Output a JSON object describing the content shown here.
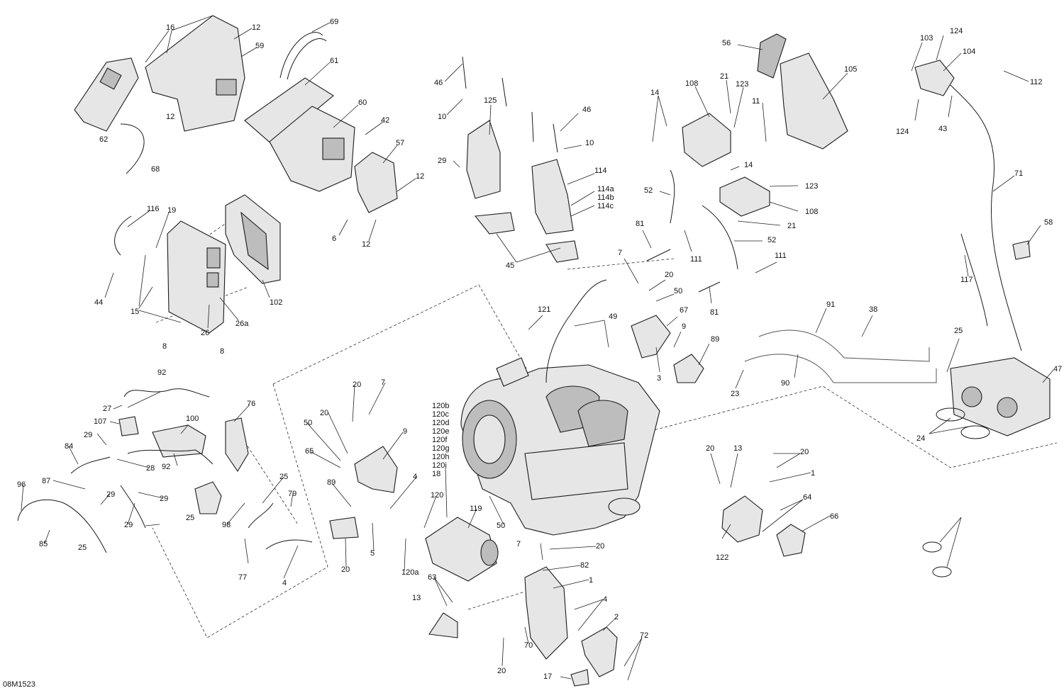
{
  "diagram": {
    "reference_code": "08M1523",
    "callouts": [
      "62",
      "16",
      "12",
      "59",
      "12",
      "69",
      "61",
      "68",
      "60",
      "42",
      "57",
      "12",
      "6",
      "12",
      "116",
      "19",
      "44",
      "15",
      "102",
      "26",
      "26a",
      "46",
      "10",
      "125",
      "29",
      "46",
      "10",
      "114",
      "114a",
      "114b",
      "114c",
      "45",
      "14",
      "108",
      "21",
      "123",
      "11",
      "56",
      "105",
      "52",
      "14",
      "123",
      "108",
      "21",
      "52",
      "81",
      "111",
      "111",
      "7",
      "20",
      "50",
      "81",
      "67",
      "9",
      "89",
      "3",
      "121",
      "49",
      "103",
      "124",
      "104",
      "112",
      "124",
      "43",
      "71",
      "58",
      "117",
      "91",
      "38",
      "90",
      "23",
      "25",
      "47",
      "24",
      "8",
      "8",
      "92",
      "27",
      "107",
      "29",
      "100",
      "76",
      "84",
      "28",
      "92",
      "87",
      "96",
      "29",
      "29",
      "85",
      "29",
      "25",
      "79",
      "25",
      "98",
      "25",
      "77",
      "4",
      "20",
      "7",
      "20",
      "50",
      "65",
      "9",
      "89",
      "20",
      "4",
      "5",
      "120a",
      "120b",
      "120c",
      "120d",
      "120e",
      "120f",
      "120g",
      "120h",
      "120i",
      "18",
      "120",
      "119",
      "50",
      "7",
      "20",
      "82",
      "1",
      "63",
      "13",
      "4",
      "20",
      "70",
      "2",
      "72",
      "17",
      "20",
      "13",
      "20",
      "1",
      "64",
      "66",
      "122"
    ]
  }
}
